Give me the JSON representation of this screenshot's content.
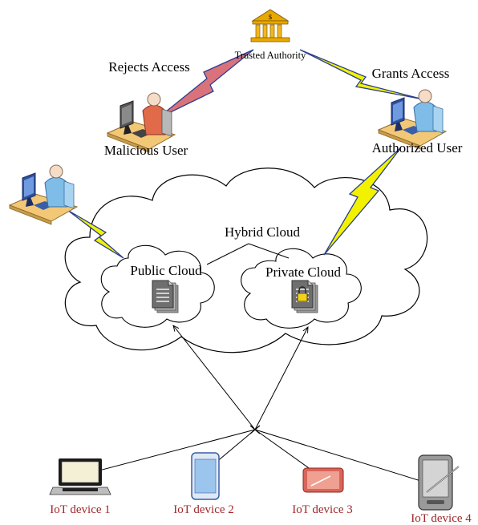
{
  "labels": {
    "trusted_authority": "Trusted Authority",
    "rejects_access": "Rejects Access",
    "grants_access": "Grants Access",
    "malicious_user": "Malicious User",
    "authorized_user": "Authorized User",
    "hybrid_cloud": "Hybrid Cloud",
    "public_cloud": "Public Cloud",
    "private_cloud": "Private Cloud"
  },
  "authority_symbol": "$",
  "devices": [
    {
      "label": "IoT device 1",
      "icon": "laptop-icon"
    },
    {
      "label": "IoT device 2",
      "icon": "smartphone-icon"
    },
    {
      "label": "IoT device 3",
      "icon": "tablet-icon"
    },
    {
      "label": "IoT device 4",
      "icon": "pda-stylus-icon"
    }
  ],
  "colors": {
    "reject_bolt": "#d9727a",
    "grant_bolt": "#f2f200",
    "bolt_outline": "#2a3f8f",
    "authority_gold": "#e9a800",
    "device_label": "#a0282a"
  }
}
